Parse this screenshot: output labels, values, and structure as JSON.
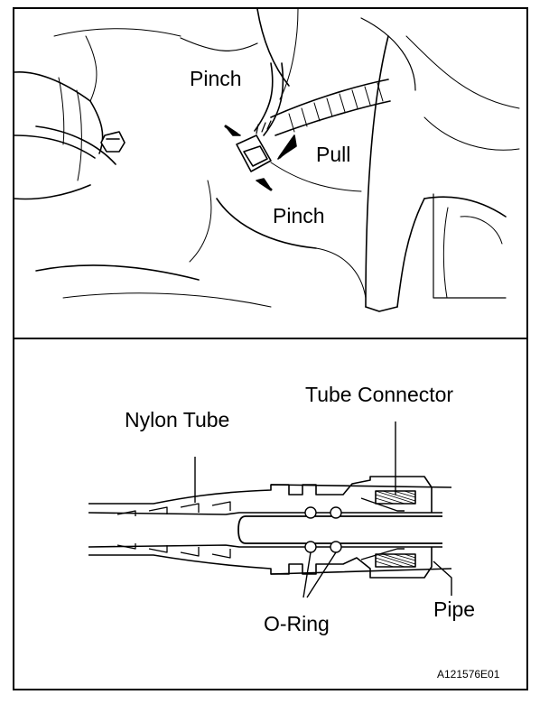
{
  "labels": {
    "pinch_top": "Pinch",
    "pull": "Pull",
    "pinch_bottom": "Pinch",
    "tube_connector": "Tube Connector",
    "nylon_tube": "Nylon Tube",
    "o_ring": "O-Ring",
    "pipe": "Pipe"
  },
  "figure_code": "A121576E01"
}
